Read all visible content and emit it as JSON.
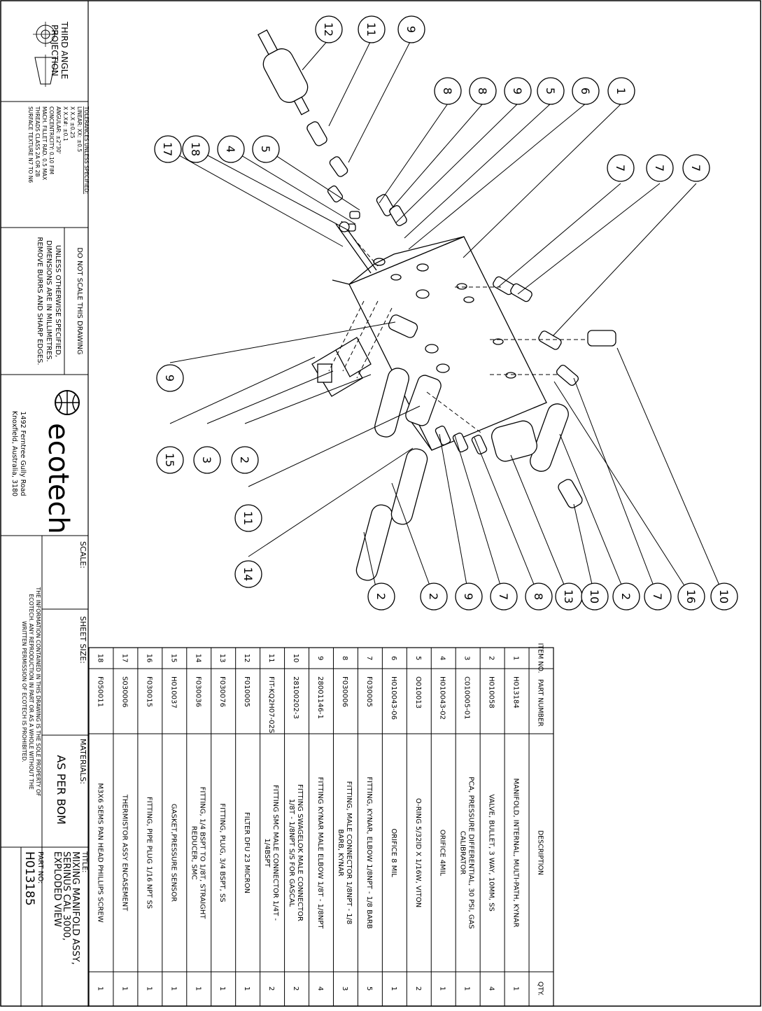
{
  "projection": {
    "line1": "THIRD ANGLE",
    "line2": "PROJECTION"
  },
  "tolerances": {
    "heading": "TOLERANCES UNLESS SPECIFIED:",
    "lines": [
      "LINEAR:  XX:   ±0.5",
      "X     X.X   ±0.25",
      "X     X.X#:  ±0.1",
      "ANGULAR:     ±2°30'",
      "CONCENTRICITY: 0.10 FIM",
      "MACH. FILLET RAD. 0.5 MAX",
      "THREADS CLASS 2A OR 2B",
      "SURFACE TEXTURE N7 TO N6"
    ]
  },
  "notes": {
    "do_not_scale": "DO NOT SCALE THIS DRAWING",
    "lines": [
      "UNLESS OTHERWISE SPECIFIED,",
      "DIMENSIONS ARE IN MILLIMETRES.",
      "REMOVE BURRS AND SHARP EDGES."
    ]
  },
  "company": {
    "name": "ecotech",
    "address1": "1492 Ferntree Gully Road",
    "address2": "Knoxfield, Australia, 3180"
  },
  "titleblock": {
    "scale_label": "SCALE:",
    "sheet_size_label": "SHEET SIZE:",
    "materials_label": "MATERIALS:",
    "materials_value": "AS PER BOM",
    "title_label": "TITLE:",
    "title_lines": [
      "MIXING MANIFOLD ASSY,",
      "SERINUS CAL 3000,",
      "EXPLODED VIEW"
    ],
    "part_no_label": "PART NO:",
    "part_no": "H013185",
    "confidential": [
      "THE INFORMATION CONTAINED IN THIS DRAWING IS THE SOLE PROPERTY OF",
      "ECOTECH.  ANY REPRODUCTION IN PART OR AS A WHOLE WITHOUT THE",
      "WRITTEN PERMISSION OF ECOTECH IS PROHIBITED."
    ]
  },
  "bom": {
    "headers": {
      "item": "ITEM NO.",
      "part": "PART NUMBER",
      "desc": "DESCRIPTION",
      "qty": "QTY."
    },
    "rows": [
      {
        "item": "1",
        "part": "H013184",
        "desc": [
          "MANIFOLD, INTERNAL, MULTI-PATH, KYNAR"
        ],
        "qty": "1"
      },
      {
        "item": "2",
        "part": "H010058",
        "desc": [
          "VALVE, BULLET, 3 WAY, 10MM, SS"
        ],
        "qty": "4"
      },
      {
        "item": "3",
        "part": "C010005-01",
        "desc": [
          "PCA, PRESSURE DIFFERENTIAL, 30 PSI, GAS",
          "CALIBRATOR"
        ],
        "qty": "1"
      },
      {
        "item": "4",
        "part": "H010043-02",
        "desc": [
          "ORIFICE 4MIL"
        ],
        "qty": "1"
      },
      {
        "item": "5",
        "part": "O010013",
        "desc": [
          "O-RING 5/32ID X 1/16W, VITON"
        ],
        "qty": "2"
      },
      {
        "item": "6",
        "part": "H010043-06",
        "desc": [
          "ORIFICE 8 MIL"
        ],
        "qty": "1"
      },
      {
        "item": "7",
        "part": "F030005",
        "desc": [
          "FITTING, KYNAR, ELBOW 1/8NPT - 1/8 BARB"
        ],
        "qty": "5"
      },
      {
        "item": "8",
        "part": "F030006",
        "desc": [
          "FITTING, MALE CONNECTOR 1/8NPT - 1/8",
          "BARB, KYNAR"
        ],
        "qty": "3"
      },
      {
        "item": "9",
        "part": "28001146-1",
        "desc": [
          "FITTING KYNAR MALE ELBOW 1/8T - 1/8NPT"
        ],
        "qty": "4"
      },
      {
        "item": "10",
        "part": "28100202-3",
        "desc": [
          "FITTING SWAGELOK MALE CONNECTOR",
          "1/8T - 1/8NPT S/S FOR GASCAL"
        ],
        "qty": "2"
      },
      {
        "item": "11",
        "part": "FIT-KQ2H07-02S",
        "desc": [
          "FITTING SMC MALE CONNECTOR 1/4T -",
          "1/4BSPT"
        ],
        "qty": "2"
      },
      {
        "item": "12",
        "part": "F010005",
        "desc": [
          "FILTER DFU 23 MICRON"
        ],
        "qty": "1"
      },
      {
        "item": "13",
        "part": "F030076",
        "desc": [
          "FITTING, PLUG, 3/4 BSPT, SS"
        ],
        "qty": "1"
      },
      {
        "item": "14",
        "part": "F030036",
        "desc": [
          "FITTING, 1/4 BSPT TO 1/8T, STRAIGHT",
          "REDUCER, SMC"
        ],
        "qty": "1"
      },
      {
        "item": "15",
        "part": "H010037",
        "desc": [
          "GASKET,PRESSURE SENSOR"
        ],
        "qty": "1"
      },
      {
        "item": "16",
        "part": "F030015",
        "desc": [
          "FITTING, PIPE PLUG 1/16 NPT SS"
        ],
        "qty": "1"
      },
      {
        "item": "17",
        "part": "S030006",
        "desc": [
          "THERMISTOR ASSY  ENCASEMENT"
        ],
        "qty": "1"
      },
      {
        "item": "18",
        "part": "F050011",
        "desc": [
          "M3X6 SEMS PAN HEAD PHILLIPS SCREW"
        ],
        "qty": "1"
      }
    ]
  },
  "balloons": [
    "12",
    "11",
    "9",
    "8",
    "8",
    "9",
    "5",
    "6",
    "1",
    "7",
    "7",
    "7",
    "17",
    "18",
    "4",
    "5",
    "9",
    "15",
    "3",
    "2",
    "11",
    "14",
    "2",
    "2",
    "9",
    "7",
    "8",
    "13",
    "10",
    "2",
    "7",
    "16",
    "10"
  ]
}
